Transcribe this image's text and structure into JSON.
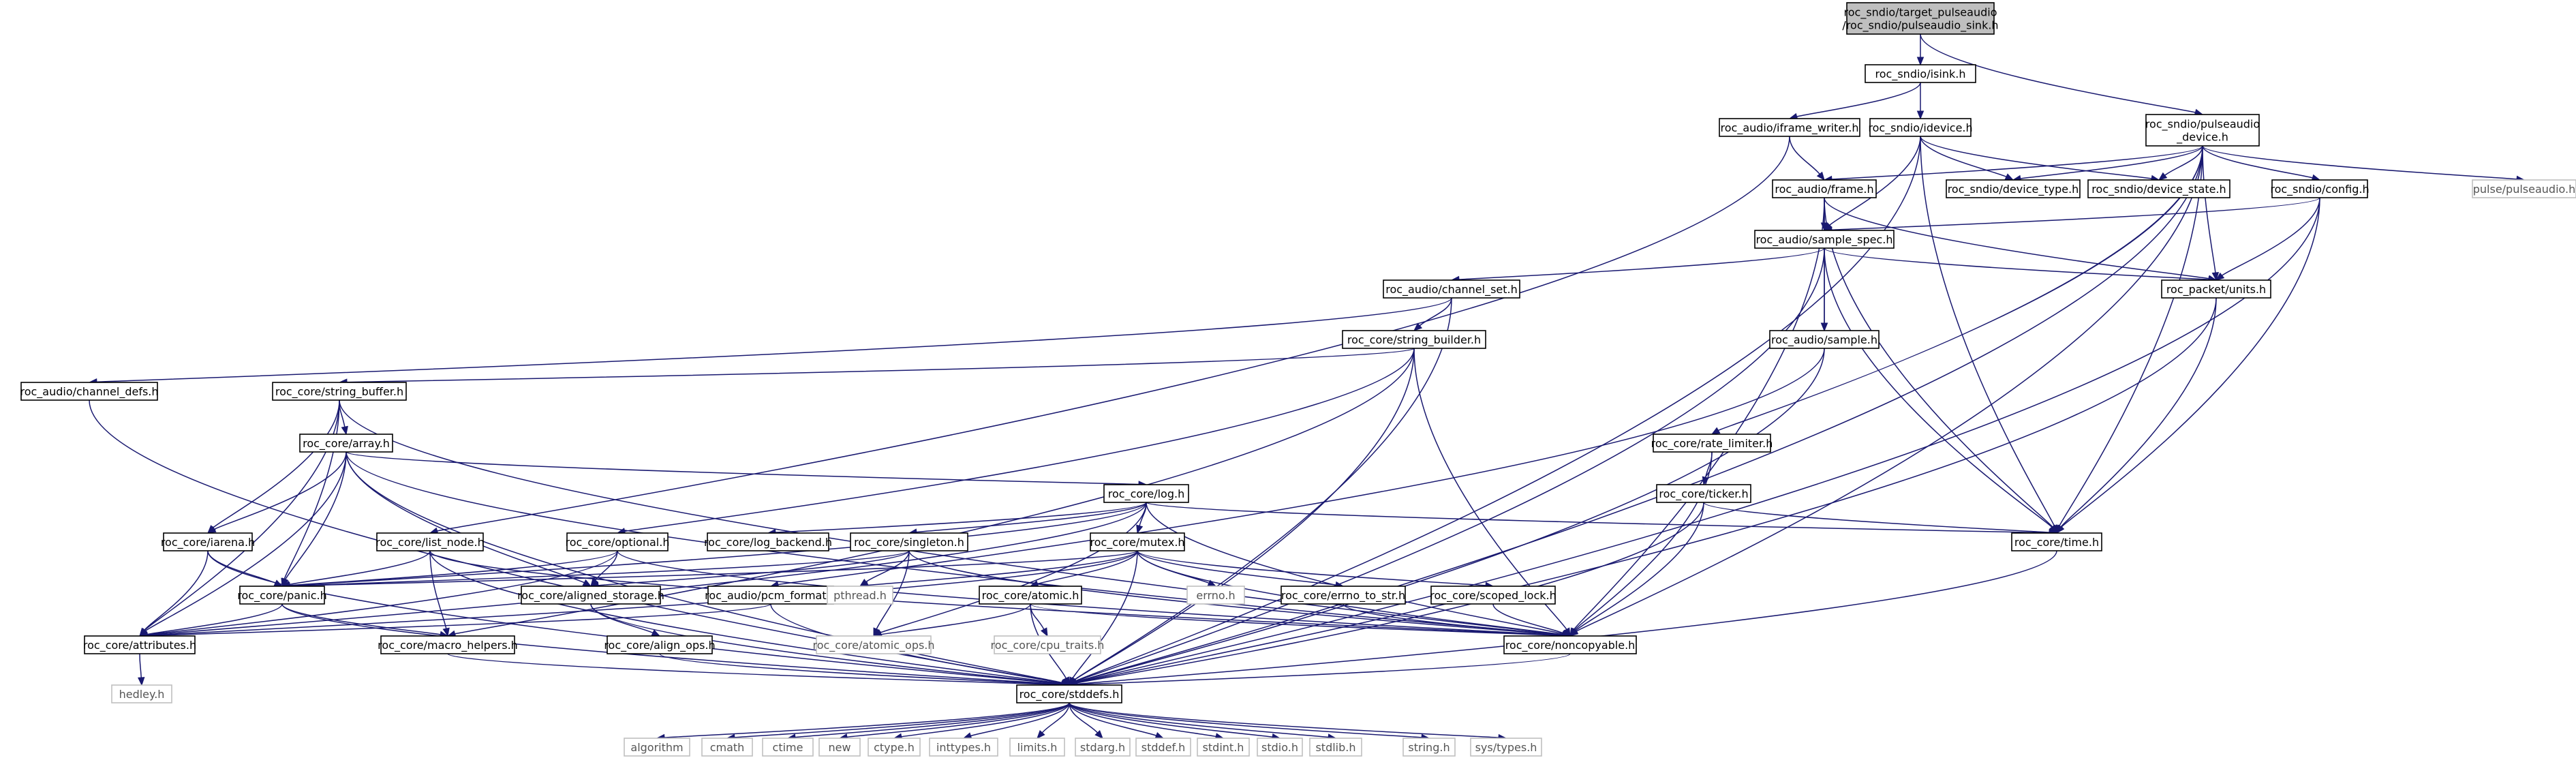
{
  "diagram": {
    "title": "",
    "nodes": [
      {
        "id": "root",
        "lines": [
          "roc_sndio/target_pulseaudio",
          "/roc_sndio/pulseaudio_sink.h"
        ],
        "kind": "root"
      },
      {
        "id": "isink",
        "lines": [
          "roc_sndio/isink.h"
        ],
        "kind": "internal"
      },
      {
        "id": "pa_device",
        "lines": [
          "roc_sndio/pulseaudio",
          "_device.h"
        ],
        "kind": "internal"
      },
      {
        "id": "frame_writer",
        "lines": [
          "roc_audio/iframe_writer.h"
        ],
        "kind": "internal"
      },
      {
        "id": "idevice",
        "lines": [
          "roc_sndio/idevice.h"
        ],
        "kind": "internal"
      },
      {
        "id": "frame",
        "lines": [
          "roc_audio/frame.h"
        ],
        "kind": "internal"
      },
      {
        "id": "device_type",
        "lines": [
          "roc_sndio/device_type.h"
        ],
        "kind": "internal"
      },
      {
        "id": "device_state",
        "lines": [
          "roc_sndio/device_state.h"
        ],
        "kind": "internal"
      },
      {
        "id": "config",
        "lines": [
          "roc_sndio/config.h"
        ],
        "kind": "internal"
      },
      {
        "id": "pulse",
        "lines": [
          "pulse/pulseaudio.h"
        ],
        "kind": "external"
      },
      {
        "id": "sample_spec",
        "lines": [
          "roc_audio/sample_spec.h"
        ],
        "kind": "internal"
      },
      {
        "id": "channel_set",
        "lines": [
          "roc_audio/channel_set.h"
        ],
        "kind": "internal"
      },
      {
        "id": "units",
        "lines": [
          "roc_packet/units.h"
        ],
        "kind": "internal"
      },
      {
        "id": "string_builder",
        "lines": [
          "roc_core/string_builder.h"
        ],
        "kind": "internal"
      },
      {
        "id": "sample",
        "lines": [
          "roc_audio/sample.h"
        ],
        "kind": "internal"
      },
      {
        "id": "channel_defs",
        "lines": [
          "roc_audio/channel_defs.h"
        ],
        "kind": "internal"
      },
      {
        "id": "string_buffer",
        "lines": [
          "roc_core/string_buffer.h"
        ],
        "kind": "internal"
      },
      {
        "id": "array",
        "lines": [
          "roc_core/array.h"
        ],
        "kind": "internal"
      },
      {
        "id": "rate_limiter",
        "lines": [
          "roc_core/rate_limiter.h"
        ],
        "kind": "internal"
      },
      {
        "id": "ticker",
        "lines": [
          "roc_core/ticker.h"
        ],
        "kind": "internal"
      },
      {
        "id": "log",
        "lines": [
          "roc_core/log.h"
        ],
        "kind": "internal"
      },
      {
        "id": "time",
        "lines": [
          "roc_core/time.h"
        ],
        "kind": "internal"
      },
      {
        "id": "iarena",
        "lines": [
          "roc_core/iarena.h"
        ],
        "kind": "internal"
      },
      {
        "id": "list_node",
        "lines": [
          "roc_core/list_node.h"
        ],
        "kind": "internal"
      },
      {
        "id": "optional",
        "lines": [
          "roc_core/optional.h"
        ],
        "kind": "internal"
      },
      {
        "id": "log_backend",
        "lines": [
          "roc_core/log_backend.h"
        ],
        "kind": "internal"
      },
      {
        "id": "singleton",
        "lines": [
          "roc_core/singleton.h"
        ],
        "kind": "internal"
      },
      {
        "id": "mutex",
        "lines": [
          "roc_core/mutex.h"
        ],
        "kind": "internal"
      },
      {
        "id": "panic",
        "lines": [
          "roc_core/panic.h"
        ],
        "kind": "internal"
      },
      {
        "id": "aligned_storage",
        "lines": [
          "roc_core/aligned_storage.h"
        ],
        "kind": "internal"
      },
      {
        "id": "pcm_format",
        "lines": [
          "roc_audio/pcm_format.h"
        ],
        "kind": "internal"
      },
      {
        "id": "pthread",
        "lines": [
          "pthread.h"
        ],
        "kind": "external"
      },
      {
        "id": "atomic",
        "lines": [
          "roc_core/atomic.h"
        ],
        "kind": "internal"
      },
      {
        "id": "errno",
        "lines": [
          "errno.h"
        ],
        "kind": "external"
      },
      {
        "id": "errno_to_str",
        "lines": [
          "roc_core/errno_to_str.h"
        ],
        "kind": "internal"
      },
      {
        "id": "scoped_lock",
        "lines": [
          "roc_core/scoped_lock.h"
        ],
        "kind": "internal"
      },
      {
        "id": "attributes",
        "lines": [
          "roc_core/attributes.h"
        ],
        "kind": "internal"
      },
      {
        "id": "macro_helpers",
        "lines": [
          "roc_core/macro_helpers.h"
        ],
        "kind": "internal"
      },
      {
        "id": "align_ops",
        "lines": [
          "roc_core/align_ops.h"
        ],
        "kind": "internal"
      },
      {
        "id": "atomic_ops",
        "lines": [
          "roc_core/atomic_ops.h"
        ],
        "kind": "external"
      },
      {
        "id": "cpu_traits",
        "lines": [
          "roc_core/cpu_traits.h"
        ],
        "kind": "external"
      },
      {
        "id": "noncopyable",
        "lines": [
          "roc_core/noncopyable.h"
        ],
        "kind": "internal"
      },
      {
        "id": "hedley",
        "lines": [
          "hedley.h"
        ],
        "kind": "external"
      },
      {
        "id": "stddefs",
        "lines": [
          "roc_core/stddefs.h"
        ],
        "kind": "internal"
      },
      {
        "id": "algorithm",
        "lines": [
          "algorithm"
        ],
        "kind": "external"
      },
      {
        "id": "cmath",
        "lines": [
          "cmath"
        ],
        "kind": "external"
      },
      {
        "id": "ctime",
        "lines": [
          "ctime"
        ],
        "kind": "external"
      },
      {
        "id": "new",
        "lines": [
          "new"
        ],
        "kind": "external"
      },
      {
        "id": "ctype",
        "lines": [
          "ctype.h"
        ],
        "kind": "external"
      },
      {
        "id": "inttypes",
        "lines": [
          "inttypes.h"
        ],
        "kind": "external"
      },
      {
        "id": "limits",
        "lines": [
          "limits.h"
        ],
        "kind": "external"
      },
      {
        "id": "stdarg",
        "lines": [
          "stdarg.h"
        ],
        "kind": "external"
      },
      {
        "id": "stddef",
        "lines": [
          "stddef.h"
        ],
        "kind": "external"
      },
      {
        "id": "stdint",
        "lines": [
          "stdint.h"
        ],
        "kind": "external"
      },
      {
        "id": "stdio",
        "lines": [
          "stdio.h"
        ],
        "kind": "external"
      },
      {
        "id": "stdlib",
        "lines": [
          "stdlib.h"
        ],
        "kind": "external"
      },
      {
        "id": "string",
        "lines": [
          "string.h"
        ],
        "kind": "external"
      },
      {
        "id": "systypes",
        "lines": [
          "sys/types.h"
        ],
        "kind": "external"
      }
    ],
    "edges": [
      [
        "root",
        "isink"
      ],
      [
        "root",
        "pa_device"
      ],
      [
        "isink",
        "frame_writer"
      ],
      [
        "isink",
        "idevice"
      ],
      [
        "pa_device",
        "frame"
      ],
      [
        "pa_device",
        "device_type"
      ],
      [
        "pa_device",
        "device_state"
      ],
      [
        "pa_device",
        "config"
      ],
      [
        "pa_device",
        "pulse"
      ],
      [
        "pa_device",
        "units"
      ],
      [
        "pa_device",
        "time"
      ],
      [
        "pa_device",
        "rate_limiter"
      ],
      [
        "pa_device",
        "noncopyable"
      ],
      [
        "pa_device",
        "stddefs"
      ],
      [
        "frame_writer",
        "frame"
      ],
      [
        "frame_writer",
        "list_node"
      ],
      [
        "idevice",
        "device_type"
      ],
      [
        "idevice",
        "device_state"
      ],
      [
        "idevice",
        "sample_spec"
      ],
      [
        "idevice",
        "time"
      ],
      [
        "idevice",
        "stddefs"
      ],
      [
        "frame",
        "sample_spec"
      ],
      [
        "frame",
        "sample"
      ],
      [
        "frame",
        "units"
      ],
      [
        "frame",
        "time"
      ],
      [
        "frame",
        "noncopyable"
      ],
      [
        "config",
        "sample_spec"
      ],
      [
        "config",
        "units"
      ],
      [
        "config",
        "time"
      ],
      [
        "config",
        "stddefs"
      ],
      [
        "sample_spec",
        "channel_set"
      ],
      [
        "sample_spec",
        "sample"
      ],
      [
        "sample_spec",
        "units"
      ],
      [
        "sample_spec",
        "time"
      ],
      [
        "sample_spec",
        "stddefs"
      ],
      [
        "channel_set",
        "channel_defs"
      ],
      [
        "channel_set",
        "string_builder"
      ],
      [
        "channel_set",
        "stddefs"
      ],
      [
        "units",
        "time"
      ],
      [
        "units",
        "stddefs"
      ],
      [
        "string_builder",
        "string_buffer"
      ],
      [
        "string_builder",
        "optional"
      ],
      [
        "string_builder",
        "macro_helpers"
      ],
      [
        "string_builder",
        "noncopyable"
      ],
      [
        "string_builder",
        "stddefs"
      ],
      [
        "sample",
        "pcm_format"
      ],
      [
        "sample",
        "stddefs"
      ],
      [
        "channel_defs",
        "stddefs"
      ],
      [
        "string_buffer",
        "array"
      ],
      [
        "string_buffer",
        "iarena"
      ],
      [
        "string_buffer",
        "panic"
      ],
      [
        "string_buffer",
        "attributes"
      ],
      [
        "string_buffer",
        "noncopyable"
      ],
      [
        "array",
        "iarena"
      ],
      [
        "array",
        "log"
      ],
      [
        "array",
        "panic"
      ],
      [
        "array",
        "aligned_storage"
      ],
      [
        "array",
        "attributes"
      ],
      [
        "array",
        "noncopyable"
      ],
      [
        "array",
        "stddefs"
      ],
      [
        "rate_limiter",
        "ticker"
      ],
      [
        "rate_limiter",
        "noncopyable"
      ],
      [
        "ticker",
        "time"
      ],
      [
        "ticker",
        "noncopyable"
      ],
      [
        "ticker",
        "stddefs"
      ],
      [
        "log",
        "log_backend"
      ],
      [
        "log",
        "singleton"
      ],
      [
        "log",
        "mutex"
      ],
      [
        "log",
        "time"
      ],
      [
        "log",
        "attributes"
      ],
      [
        "log",
        "noncopyable"
      ],
      [
        "log",
        "atomic_ops"
      ],
      [
        "log",
        "panic"
      ],
      [
        "time",
        "stddefs"
      ],
      [
        "iarena",
        "panic"
      ],
      [
        "iarena",
        "attributes"
      ],
      [
        "iarena",
        "stddefs"
      ],
      [
        "list_node",
        "panic"
      ],
      [
        "list_node",
        "macro_helpers"
      ],
      [
        "list_node",
        "noncopyable"
      ],
      [
        "list_node",
        "stddefs"
      ],
      [
        "optional",
        "aligned_storage"
      ],
      [
        "optional",
        "panic"
      ],
      [
        "optional",
        "attributes"
      ],
      [
        "optional",
        "noncopyable"
      ],
      [
        "singleton",
        "aligned_storage"
      ],
      [
        "singleton",
        "panic"
      ],
      [
        "singleton",
        "atomic_ops"
      ],
      [
        "singleton",
        "noncopyable"
      ],
      [
        "singleton",
        "pthread"
      ],
      [
        "mutex",
        "atomic"
      ],
      [
        "mutex",
        "errno_to_str"
      ],
      [
        "mutex",
        "scoped_lock"
      ],
      [
        "mutex",
        "errno"
      ],
      [
        "mutex",
        "pthread"
      ],
      [
        "mutex",
        "panic"
      ],
      [
        "mutex",
        "attributes"
      ],
      [
        "mutex",
        "noncopyable"
      ],
      [
        "mutex",
        "stddefs"
      ],
      [
        "panic",
        "attributes"
      ],
      [
        "panic",
        "macro_helpers"
      ],
      [
        "panic",
        "stddefs"
      ],
      [
        "aligned_storage",
        "align_ops"
      ],
      [
        "aligned_storage",
        "stddefs"
      ],
      [
        "pcm_format",
        "attributes"
      ],
      [
        "pcm_format",
        "stddefs"
      ],
      [
        "atomic",
        "atomic_ops"
      ],
      [
        "atomic",
        "cpu_traits"
      ],
      [
        "atomic",
        "noncopyable"
      ],
      [
        "atomic",
        "stddefs"
      ],
      [
        "errno_to_str",
        "noncopyable"
      ],
      [
        "scoped_lock",
        "noncopyable"
      ],
      [
        "attributes",
        "hedley"
      ],
      [
        "macro_helpers",
        "stddefs"
      ],
      [
        "align_ops",
        "stddefs"
      ],
      [
        "noncopyable",
        "stddefs"
      ],
      [
        "stddefs",
        "algorithm"
      ],
      [
        "stddefs",
        "cmath"
      ],
      [
        "stddefs",
        "ctime"
      ],
      [
        "stddefs",
        "new"
      ],
      [
        "stddefs",
        "ctype"
      ],
      [
        "stddefs",
        "inttypes"
      ],
      [
        "stddefs",
        "limits"
      ],
      [
        "stddefs",
        "stdarg"
      ],
      [
        "stddefs",
        "stddef"
      ],
      [
        "stddefs",
        "stdint"
      ],
      [
        "stddefs",
        "stdio"
      ],
      [
        "stddefs",
        "stdlib"
      ],
      [
        "stddefs",
        "string"
      ],
      [
        "stddefs",
        "systypes"
      ]
    ]
  },
  "colors": {
    "edge": "#191970",
    "root_fill": "#bfbfbf",
    "node_border": "#000000",
    "external_border": "#bfbfbf"
  }
}
